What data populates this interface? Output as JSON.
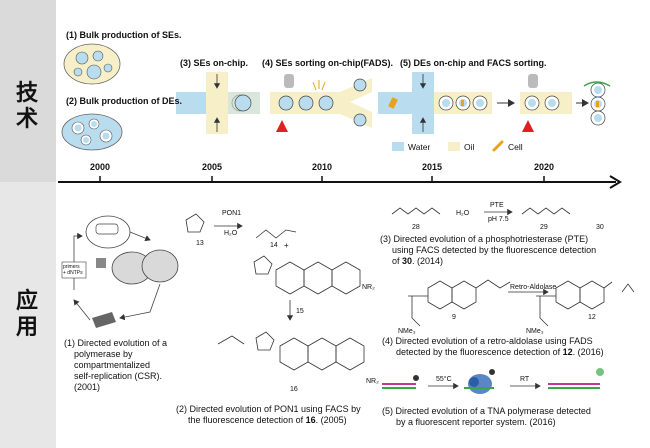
{
  "sidebar": {
    "top_label_1": "技",
    "top_label_2": "术",
    "bottom_label_1": "应",
    "bottom_label_2": "用"
  },
  "techniques": {
    "t1": "(1)  Bulk production of SEs.",
    "t2": "(2)  Bulk production of DEs.",
    "t3": "(3)  SEs on-chip.",
    "t4": "(4)  SEs sorting on-chip(FADS).",
    "t5": "(5)  DEs on-chip and FACS sorting."
  },
  "legend": {
    "water": "Water",
    "oil": "Oil",
    "cell": "Cell",
    "water_color": "#b9dcef",
    "oil_color": "#f7efc8",
    "cell_color": "#e8a21c"
  },
  "timeline": {
    "ticks": [
      "2000",
      "2005",
      "2010",
      "2015",
      "2020"
    ]
  },
  "applications": {
    "a1_line1": "(1) Directed evolution of a",
    "a1_line2": "polymerase by",
    "a1_line3": "compartmentalized",
    "a1_line4": "self-replication (CSR).",
    "a1_line5": "(2001)",
    "a2_line1": "(2) Directed evolution of PON1 using FACS by",
    "a2_line2_pre": "the fluorescence detection of ",
    "a2_line2_num": "16",
    "a2_line2_post": ". (2005)",
    "a3_line1": "(3) Directed evolution of a phosphotriesterase (PTE)",
    "a3_line2": "using FACS detected by the fluorescence detection",
    "a3_line3_pre": "of ",
    "a3_line3_num": "30",
    "a3_line3_post": ". (2014)",
    "a4_line1": "(4)  Directed evolution of a retro-aldolase using FADS",
    "a4_line2_pre": "detected by the fluorescence detection of ",
    "a4_line2_num": "12",
    "a4_line2_post": ". (2016)",
    "a5_line1": "(5)  Directed evolution of a TNA polymerase detected",
    "a5_line2": "by a fluorescent reporter system. (2016)"
  },
  "chem": {
    "pon1": "PON1",
    "h2o": "H₂O",
    "c13": "13",
    "c14": "14",
    "plus": "+",
    "c15": "15",
    "c16": "16",
    "nr2a": "NR₂",
    "nr2b": "NR₂",
    "pte": "PTE",
    "ph": "pH 7.5",
    "h2o_b": "H₂O",
    "c28": "28",
    "c29": "29",
    "c30": "30",
    "retro": "Retro-Aldolase",
    "c9": "9",
    "c12": "12",
    "nme3a": "NMe₃",
    "nme3b": "NMe₃",
    "temp": "55°C",
    "rt": "RT",
    "dntp": "primers\n+ dNTPs"
  }
}
